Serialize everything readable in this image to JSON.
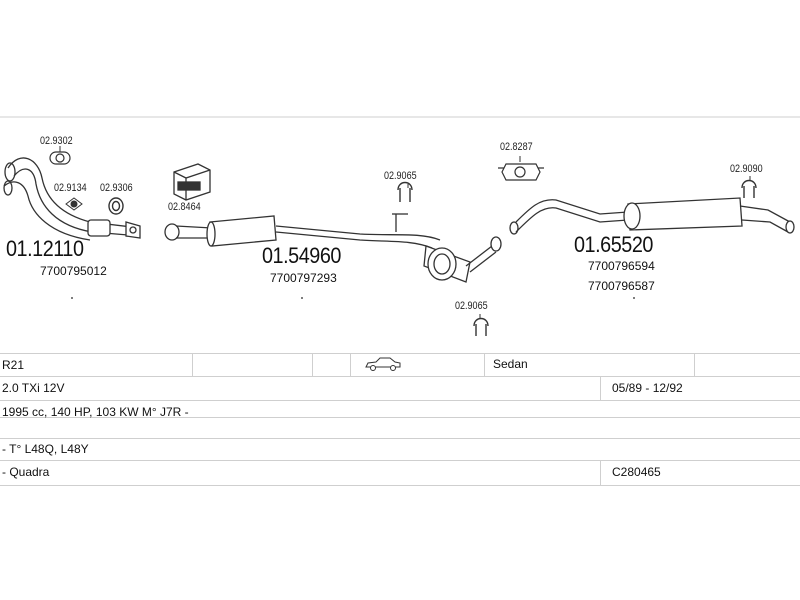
{
  "diagram": {
    "refs": {
      "clamp_a": "02.9302",
      "gasket_b": "02.9134",
      "ring_c": "02.9306",
      "mount_kit": "02.8464",
      "hanger_mid": "02.9065",
      "hanger_low": "02.9065",
      "bracket_kit": "02.8287",
      "hanger_rear": "02.9090"
    },
    "parts": [
      {
        "number": "01.12110",
        "oem": [
          "7700795012"
        ]
      },
      {
        "number": "01.54960",
        "oem": [
          "7700797293"
        ]
      },
      {
        "number": "01.65520",
        "oem": [
          "7700796594",
          "7700796587"
        ]
      }
    ]
  },
  "table": {
    "row1": {
      "model": "R21",
      "car_icon": "sedan-car-icon",
      "body": "Sedan"
    },
    "row2": {
      "engine": "2.0 TXi 12V",
      "dates": "05/89 - 12/92"
    },
    "row3": {
      "spec": "1995 cc, 140 HP, 103 KW M° J7R -"
    },
    "row4": {
      "type": "- T° L48Q, L48Y"
    },
    "row5": {
      "variant": "- Quadra",
      "code": "C280465"
    }
  }
}
